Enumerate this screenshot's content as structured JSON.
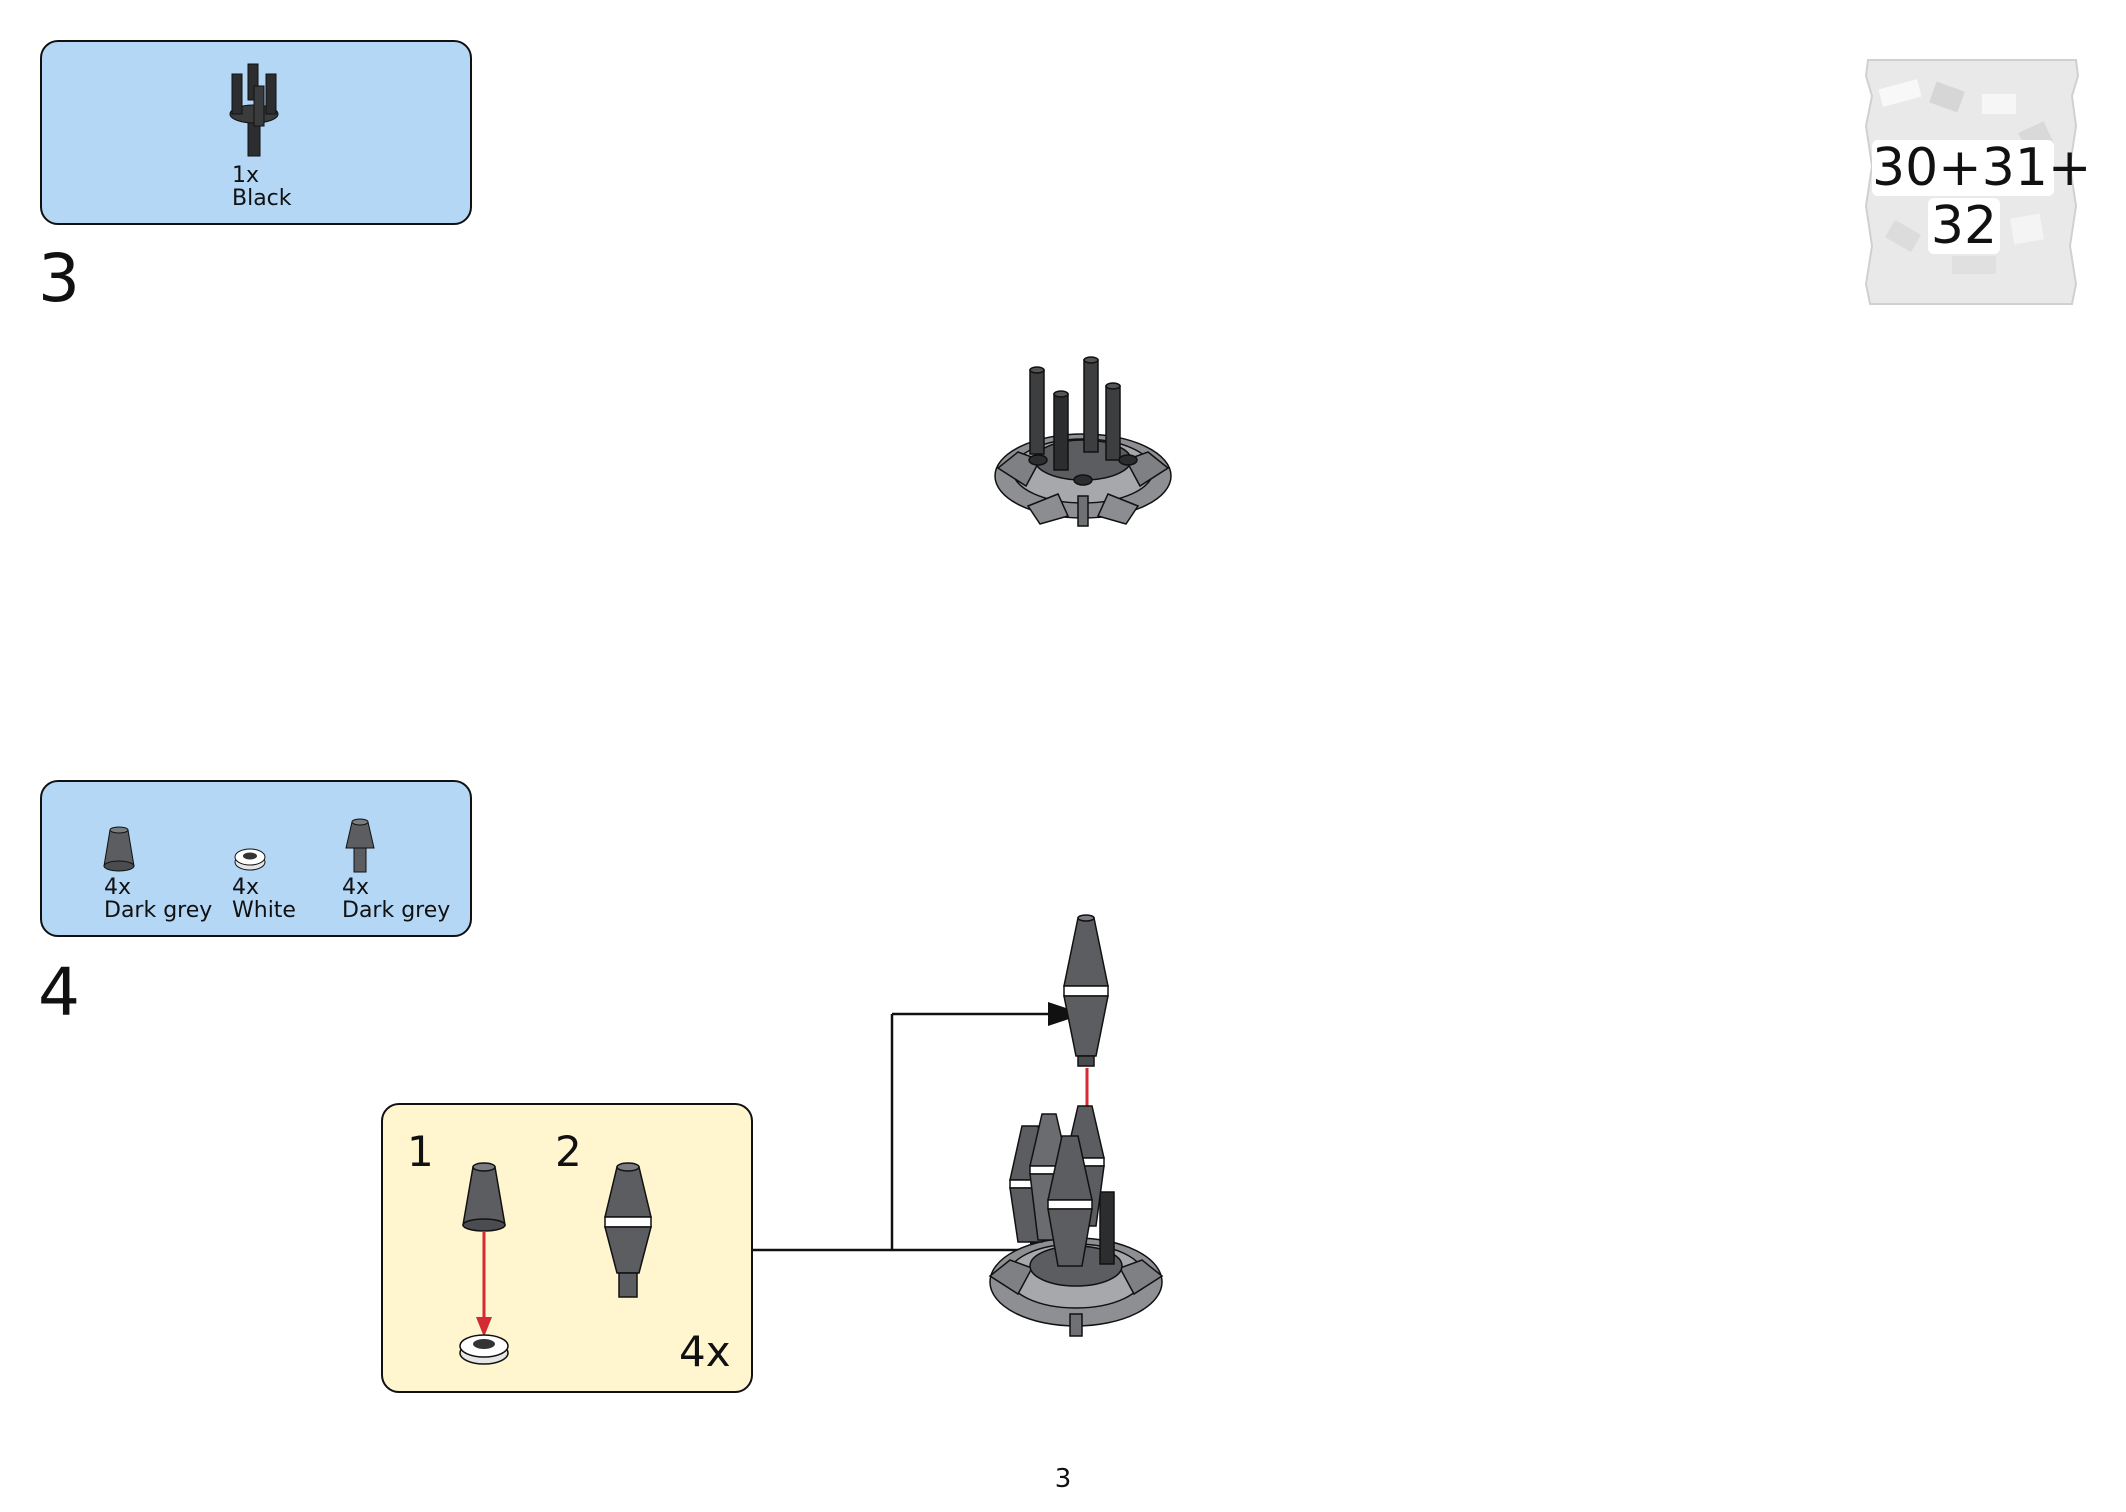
{
  "bag": {
    "line1": "30+31+",
    "line2": "32"
  },
  "step3": {
    "number": "3",
    "parts": [
      {
        "qty": "1x",
        "color": "Black",
        "icon": "black-quad-stick-icon"
      }
    ]
  },
  "step4": {
    "number": "4",
    "parts": [
      {
        "qty": "4x",
        "color": "Dark grey",
        "icon": "dark-grey-cone-icon"
      },
      {
        "qty": "4x",
        "color": "White",
        "icon": "white-round-plate-icon"
      },
      {
        "qty": "4x",
        "color": "Dark grey",
        "icon": "dark-grey-tall-cone-icon"
      }
    ],
    "substep": {
      "steps": [
        "1",
        "2"
      ],
      "multiplier": "4x"
    }
  },
  "page_number": "3",
  "colors": {
    "parts_box": "#b4d7f5",
    "substep_box": "#fff5cf",
    "arrow_red": "#d42a32",
    "brick_dark_grey": "#5b5d60",
    "brick_black": "#2c2d2f"
  }
}
